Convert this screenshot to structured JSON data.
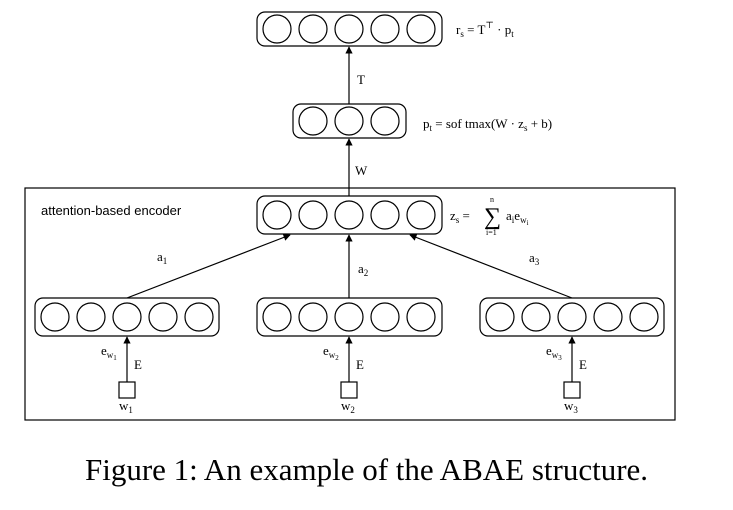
{
  "encoder_label": "attention-based encoder",
  "top_formula": {
    "r": "r",
    "r_sub": "s",
    "eq": " = T",
    "sup": "⊤",
    "dot": " · p",
    "p_sub": "t"
  },
  "mid_formula": {
    "p": "p",
    "p_sub": "t",
    "rest": " = sof tmax(W · z",
    "z_sub": "s",
    "end": " + b)"
  },
  "z_formula": {
    "z": "z",
    "z_sub": "s",
    "eq": " =",
    "sigma": "∑",
    "upper": "n",
    "lower": "i=1",
    "a": "a",
    "a_sub": "i",
    "e": "e",
    "e_sub": "w",
    "e_subsub": "i"
  },
  "edge_T": "T",
  "edge_W": "W",
  "attn": [
    {
      "a": "a",
      "sub": "1"
    },
    {
      "a": "a",
      "sub": "2"
    },
    {
      "a": "a",
      "sub": "3"
    }
  ],
  "embed": [
    {
      "e": "e",
      "sub": "w",
      "subsub": "1"
    },
    {
      "e": "e",
      "sub": "w",
      "subsub": "2"
    },
    {
      "e": "e",
      "sub": "w",
      "subsub": "3"
    }
  ],
  "edge_E": "E",
  "words": [
    {
      "w": "w",
      "sub": "1"
    },
    {
      "w": "w",
      "sub": "2"
    },
    {
      "w": "w",
      "sub": "3"
    }
  ],
  "caption": "Figure 1: An example of the ABAE structure."
}
